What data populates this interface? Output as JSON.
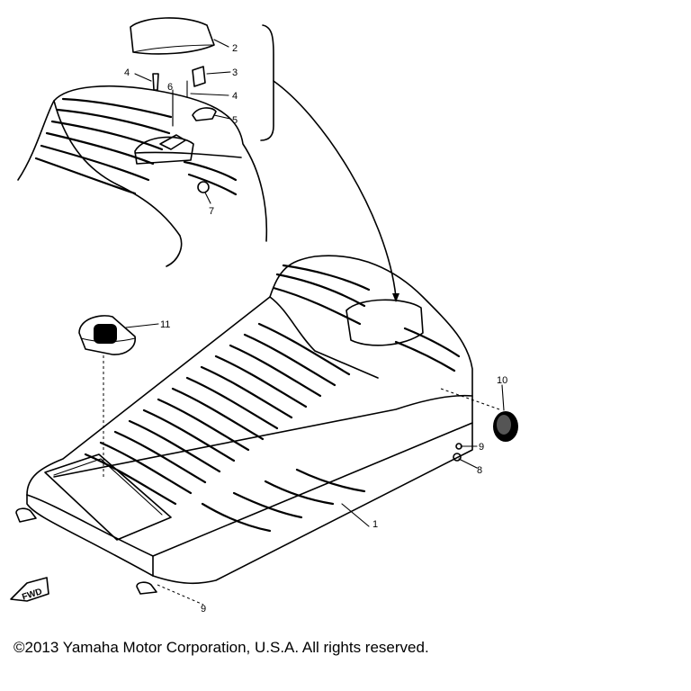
{
  "diagram": {
    "callouts": [
      {
        "id": "c1",
        "label": "1"
      },
      {
        "id": "c2",
        "label": "2"
      },
      {
        "id": "c3",
        "label": "3"
      },
      {
        "id": "c4a",
        "label": "4"
      },
      {
        "id": "c4b",
        "label": "4"
      },
      {
        "id": "c5",
        "label": "5"
      },
      {
        "id": "c6",
        "label": "6"
      },
      {
        "id": "c7",
        "label": "7"
      },
      {
        "id": "c8",
        "label": "8"
      },
      {
        "id": "c9a",
        "label": "9"
      },
      {
        "id": "c9b",
        "label": "9"
      },
      {
        "id": "c10",
        "label": "10"
      },
      {
        "id": "c11",
        "label": "11"
      }
    ],
    "fwd_label": "FWD"
  },
  "footer": {
    "copyright": "©2013 Yamaha Motor Corporation, U.S.A. All rights reserved."
  }
}
